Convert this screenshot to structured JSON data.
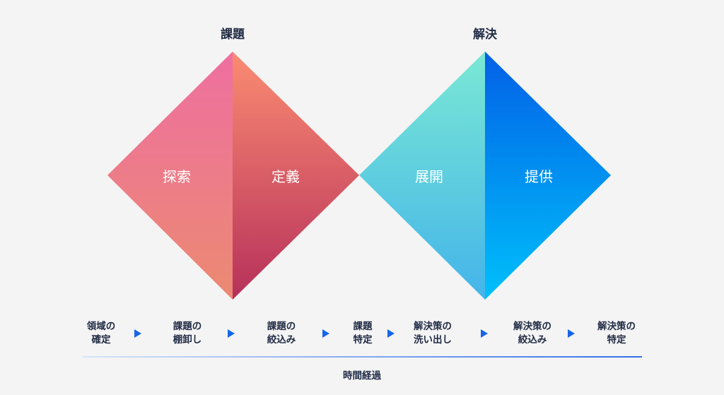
{
  "phases": [
    {
      "title": "課題"
    },
    {
      "title": "解決"
    }
  ],
  "triangles": [
    {
      "label": "探索",
      "color_top": "#ee6fa0",
      "color_bottom": "#ec8a72"
    },
    {
      "label": "定義",
      "color_top": "#fb8c72",
      "color_bottom": "#b6305a"
    },
    {
      "label": "展開",
      "color_top": "#7ae8d4",
      "color_bottom": "#44b4ea"
    },
    {
      "label": "提供",
      "color_top": "#0260e6",
      "color_bottom": "#00c0fb"
    }
  ],
  "steps": [
    {
      "line1": "領域の",
      "line2": "確定"
    },
    {
      "line1": "課題の",
      "line2": "棚卸し"
    },
    {
      "line1": "課題の",
      "line2": "絞込み"
    },
    {
      "line1": "課題",
      "line2": "特定"
    },
    {
      "line1": "解決策の",
      "line2": "洗い出し"
    },
    {
      "line1": "解決策の",
      "line2": "絞込み"
    },
    {
      "line1": "解決策の",
      "line2": "特定"
    }
  ],
  "timeline": {
    "label": "時間経過"
  },
  "colors": {
    "arrow": "#1565e8",
    "text": "#1f2a44",
    "background": "#f4f4f4"
  }
}
